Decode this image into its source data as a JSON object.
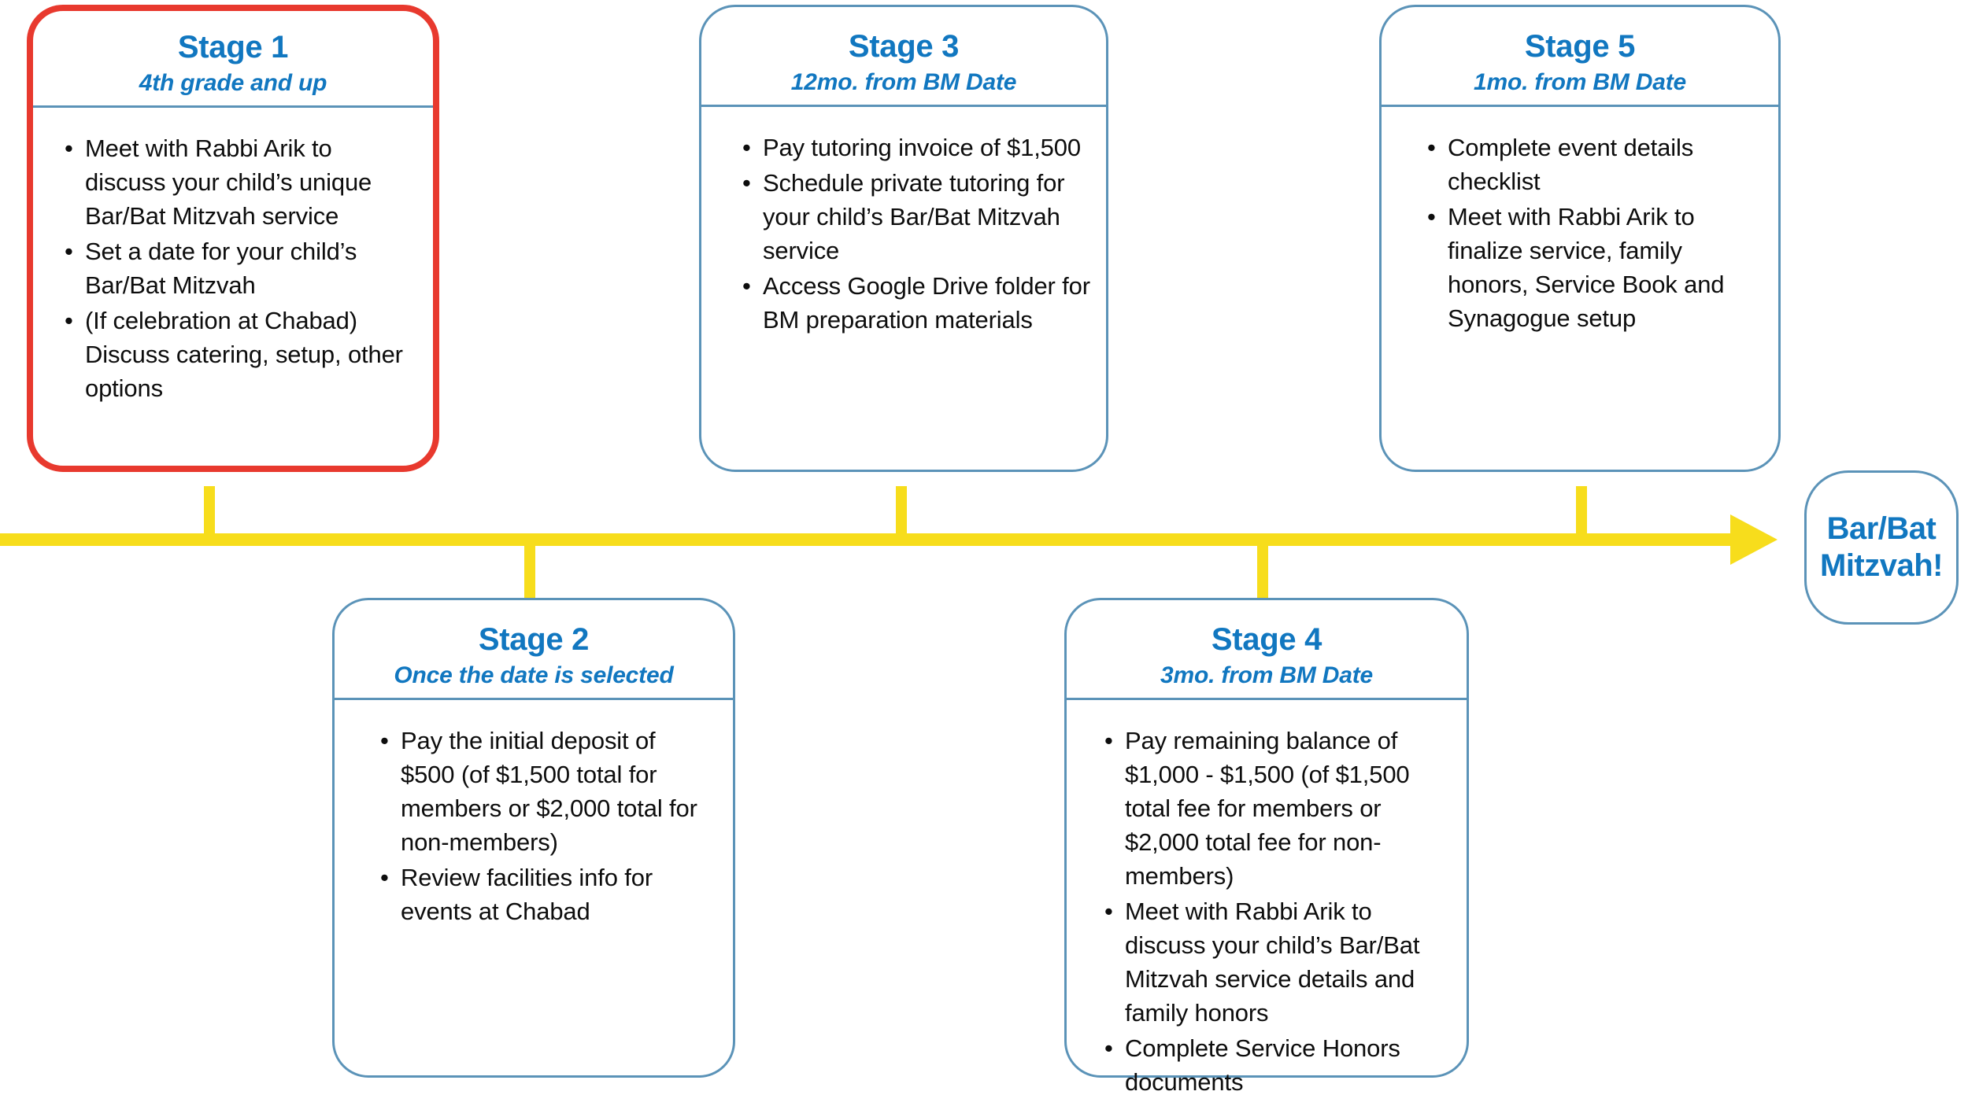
{
  "diagram": {
    "title": "Bar/Bat Mitzvah Planning Timeline",
    "colors": {
      "accent_blue": "#1177c0",
      "card_border_blue": "#5b93b8",
      "highlight_red": "#e8392e",
      "timeline_yellow": "#f7dd1c",
      "body_text": "#0d0d0d"
    },
    "endpoint": {
      "line1": "Bar/Bat",
      "line2": "Mitzvah!"
    },
    "stages": [
      {
        "id": "stage-1",
        "title": "Stage 1",
        "subtitle": "4th grade and up",
        "highlighted": true,
        "position": "above",
        "bullets": [
          "Meet with Rabbi Arik to discuss your child’s unique Bar/Bat Mitzvah service",
          "Set a date for your child’s Bar/Bat Mitzvah",
          "(If celebration at Chabad) Discuss catering, setup, other options"
        ]
      },
      {
        "id": "stage-2",
        "title": "Stage 2",
        "subtitle": "Once the date is selected",
        "highlighted": false,
        "position": "below",
        "bullets": [
          "Pay the initial deposit of $500 (of $1,500 total for members or $2,000 total for non-members)",
          "Review facilities info for events at Chabad"
        ]
      },
      {
        "id": "stage-3",
        "title": "Stage 3",
        "subtitle": "12mo. from BM Date",
        "highlighted": false,
        "position": "above",
        "bullets": [
          "Pay tutoring invoice of $1,500",
          "Schedule private tutoring for your child’s Bar/Bat Mitzvah service",
          "Access Google Drive folder for BM preparation materials"
        ]
      },
      {
        "id": "stage-4",
        "title": "Stage 4",
        "subtitle": "3mo. from BM Date",
        "highlighted": false,
        "position": "below",
        "bullets": [
          "Pay remaining balance of $1,000 - $1,500 (of $1,500 total fee for members or $2,000 total fee for non-members)",
          "Meet with Rabbi Arik to discuss your child’s Bar/Bat Mitzvah service details and family honors",
          "Complete Service Honors documents"
        ]
      },
      {
        "id": "stage-5",
        "title": "Stage 5",
        "subtitle": "1mo. from BM Date",
        "highlighted": false,
        "position": "above",
        "bullets": [
          "Complete event details checklist",
          "Meet with Rabbi Arik to finalize service, family honors, Service Book and Synagogue setup"
        ]
      }
    ]
  }
}
